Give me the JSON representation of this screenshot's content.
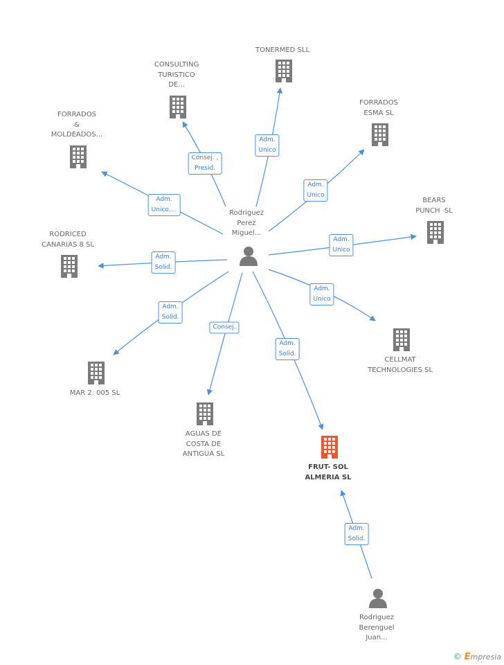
{
  "colors": {
    "edge": "#4a90e2",
    "node": "#7a7a7a",
    "highlight": "#f0552c"
  },
  "nodes": [
    {
      "id": "rodriguez_perez",
      "type": "person",
      "label": "Rodriguez\nPerez\nMiguel..."
    },
    {
      "id": "tonermed",
      "type": "company",
      "label": "TONERMED SLL"
    },
    {
      "id": "consulting",
      "type": "company",
      "label": "CONSULTING\nTURISTICO\nDE..."
    },
    {
      "id": "forrados_moldeados",
      "type": "company",
      "label": "FORRADOS\n&\nMOLDEADOS..."
    },
    {
      "id": "forrados_esma",
      "type": "company",
      "label": "FORRADOS\nESMA SL"
    },
    {
      "id": "bears_punch",
      "type": "company",
      "label": "BEARS\nPUNCH  SL"
    },
    {
      "id": "rodriced",
      "type": "company",
      "label": "RODRICED\nCANARIAS 8 SL"
    },
    {
      "id": "cellmat",
      "type": "company",
      "label": "CELLMAT\nTECHNOLOGIES SL"
    },
    {
      "id": "mar2005",
      "type": "company",
      "label": "MAR 2. 005 SL"
    },
    {
      "id": "aguas",
      "type": "company",
      "label": "AGUAS DE\nCOSTA DE\nANTIGUA SL"
    },
    {
      "id": "frutsol",
      "type": "company",
      "label": "FRUT- SOL\nALMERIA SL",
      "highlight": true
    },
    {
      "id": "rodriguez_berenguel",
      "type": "person",
      "label": "Rodriguez\nBerenguel\nJuan..."
    }
  ],
  "edges": [
    {
      "from": "rodriguez_perez",
      "to": "tonermed",
      "label": "Adm.\nUnico"
    },
    {
      "from": "rodriguez_perez",
      "to": "consulting",
      "label": "Consej. ,\nPresid."
    },
    {
      "from": "rodriguez_perez",
      "to": "forrados_moldeados",
      "label": "Adm.\nUnico,..."
    },
    {
      "from": "rodriguez_perez",
      "to": "forrados_esma",
      "label": "Adm.\nUnico"
    },
    {
      "from": "rodriguez_perez",
      "to": "bears_punch",
      "label": "Adm.\nUnico"
    },
    {
      "from": "rodriguez_perez",
      "to": "rodriced",
      "label": "Adm.\nSolid."
    },
    {
      "from": "rodriguez_perez",
      "to": "cellmat",
      "label": "Adm.\nUnico"
    },
    {
      "from": "rodriguez_perez",
      "to": "mar2005",
      "label": "Adm.\nSolid."
    },
    {
      "from": "rodriguez_perez",
      "to": "aguas",
      "label": "Consej."
    },
    {
      "from": "rodriguez_perez",
      "to": "frutsol",
      "label": "Adm.\nSolid."
    },
    {
      "from": "rodriguez_berenguel",
      "to": "frutsol",
      "label": "Adm.\nSolid."
    }
  ],
  "footer": {
    "copyright": "©",
    "brand_initial": "E",
    "brand_rest": "mpresia"
  }
}
